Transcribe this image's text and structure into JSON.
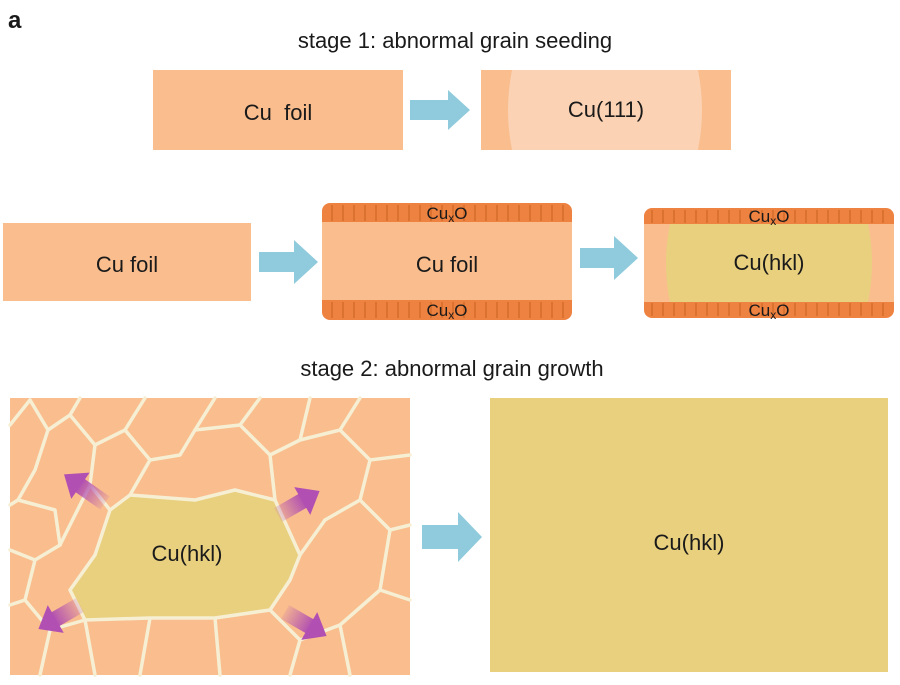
{
  "panel_letter": "a",
  "stage1_title": "stage 1: abnormal grain seeding",
  "stage2_title": "stage 2: abnormal grain growth",
  "row1": {
    "left_label": "Cu  foil",
    "right_label": "Cu(111)"
  },
  "row2": {
    "left_label": "Cu foil",
    "middle_label": "Cu foil",
    "right_label": "Cu(hkl)",
    "oxide": {
      "base": "Cu",
      "sub": "x",
      "tail": "O"
    }
  },
  "row3": {
    "left_label": "Cu(hkl)",
    "right_label": "Cu(hkl)"
  },
  "colors": {
    "foil": "#f9bd8e",
    "cu111": "#fbd2b3",
    "hkl": "#e9d07f",
    "oxide": "#ee8240",
    "arrow": "#8fcbdc",
    "boundary": "#f6efd3",
    "growth_arrow": "#b14fb2"
  }
}
